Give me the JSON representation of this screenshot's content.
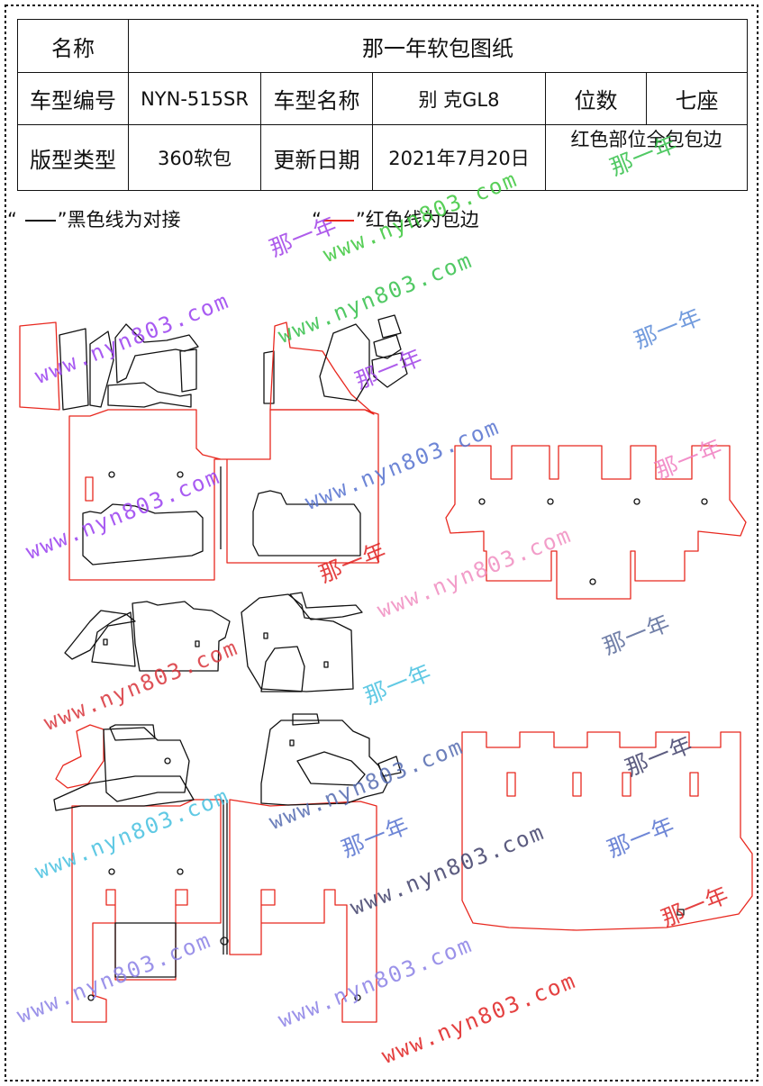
{
  "header": {
    "name_label": "名称",
    "name_value": "那一年软包图纸",
    "model_code_label": "车型编号",
    "model_code_value": "NYN-515SR",
    "model_name_label": "车型名称",
    "model_name_value": "别 克GL8",
    "seats_label": "位数",
    "seats_value": "七座",
    "pattern_label": "版型类型",
    "pattern_value": "360软包",
    "date_label": "更新日期",
    "date_value": "2021年7月20日",
    "note": "红色部位全包包边"
  },
  "legend": {
    "black_prefix": "“",
    "black_text": "”黑色线为对接",
    "red_prefix": "“",
    "red_text": "”红色线为包边"
  },
  "colors": {
    "butt_joint": "#111111",
    "edge_wrap": "#e8281f"
  },
  "watermarks": {
    "site": "www.nyn803.com",
    "brand": "那一年"
  }
}
